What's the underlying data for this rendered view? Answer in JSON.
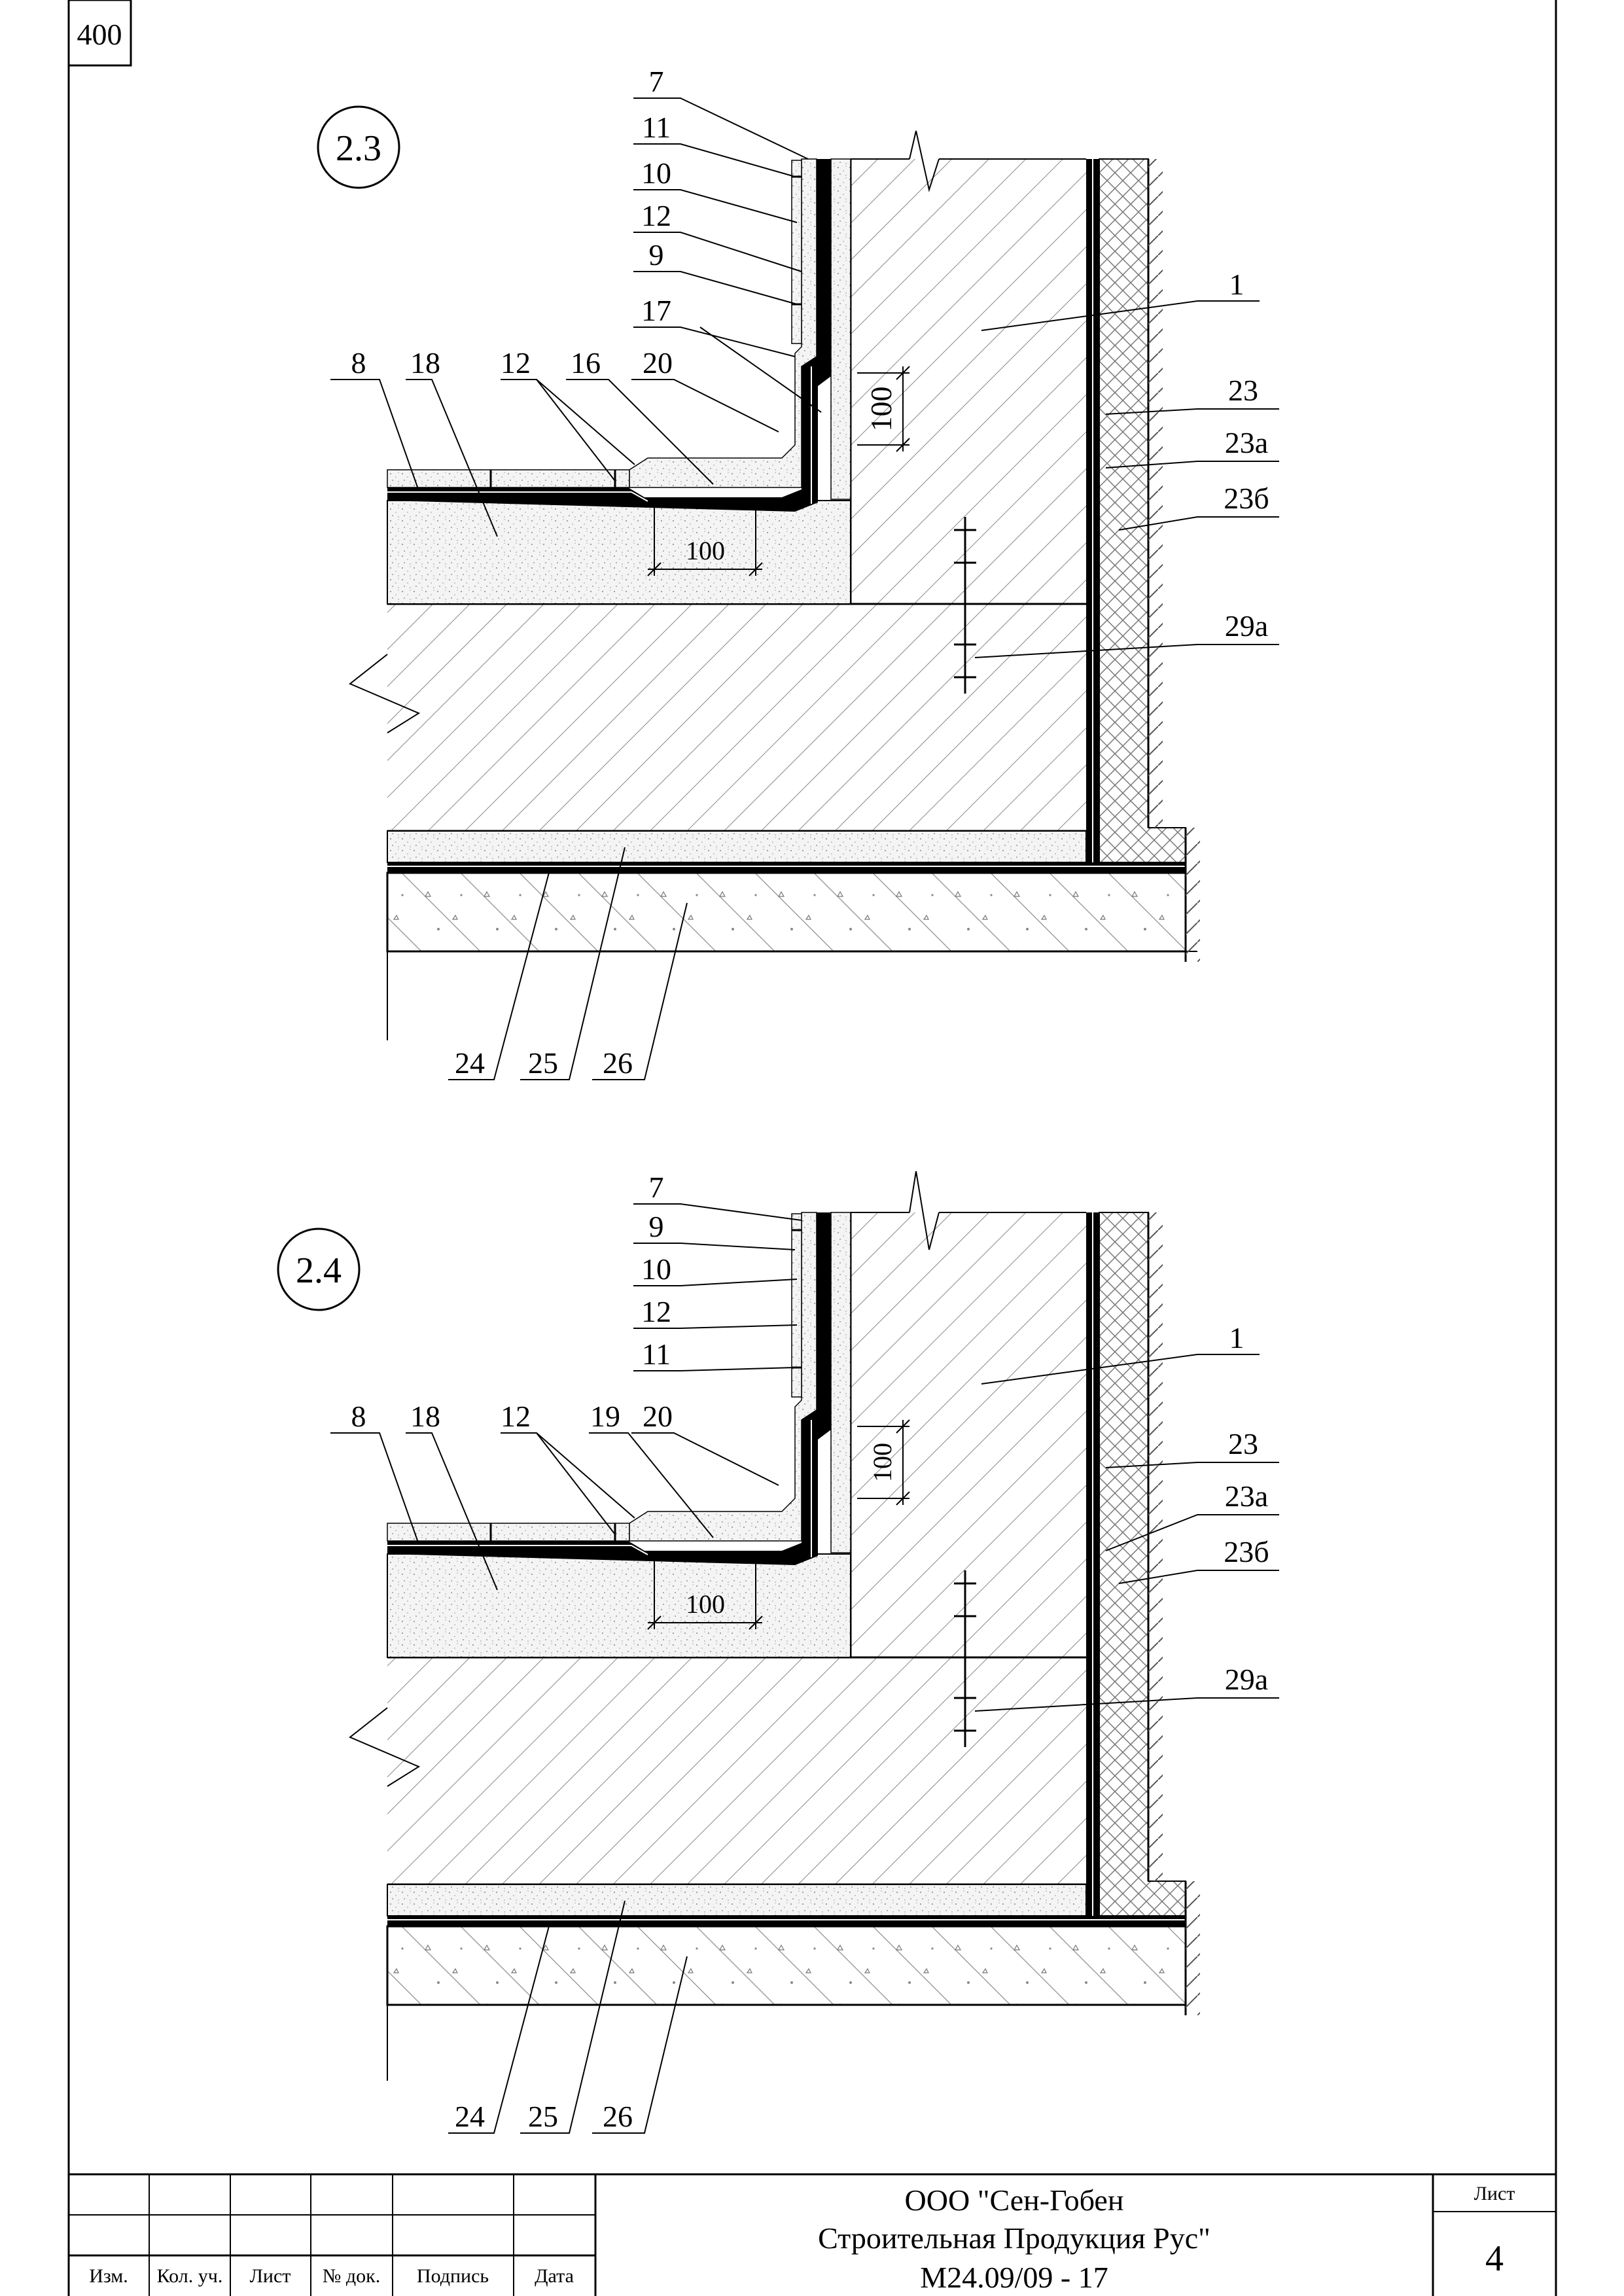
{
  "sheet_code": "400",
  "details": [
    {
      "id": "2.3",
      "labels": {
        "wall_stack": [
          "7",
          "11",
          "10",
          "12",
          "9",
          "17"
        ],
        "slab_row": [
          "8",
          "18",
          "12",
          "16",
          "20"
        ],
        "right": [
          "1",
          "23",
          "23а",
          "23б",
          "29а"
        ],
        "bottom": [
          "24",
          "25",
          "26"
        ]
      },
      "dims": {
        "vertical": "100",
        "horizontal": "100"
      }
    },
    {
      "id": "2.4",
      "labels": {
        "wall_stack": [
          "7",
          "9",
          "10",
          "12",
          "11"
        ],
        "slab_row": [
          "8",
          "18",
          "12",
          "19",
          "20"
        ],
        "right": [
          "1",
          "23",
          "23а",
          "23б",
          "29а"
        ],
        "bottom": [
          "24",
          "25",
          "26"
        ]
      },
      "dims": {
        "vertical": "100",
        "horizontal": "100"
      }
    }
  ],
  "title_block": {
    "headers": [
      "Изм.",
      "Кол. уч.",
      "Лист",
      "№ док.",
      "Подпись",
      "Дата"
    ],
    "company_line1": "ООО \"Сен-Гобен",
    "company_line2": "Строительная Продукция Рус\"",
    "doc_number": "М24.09/09 - 17",
    "sheet_label": "Лист",
    "sheet_number": "4"
  }
}
